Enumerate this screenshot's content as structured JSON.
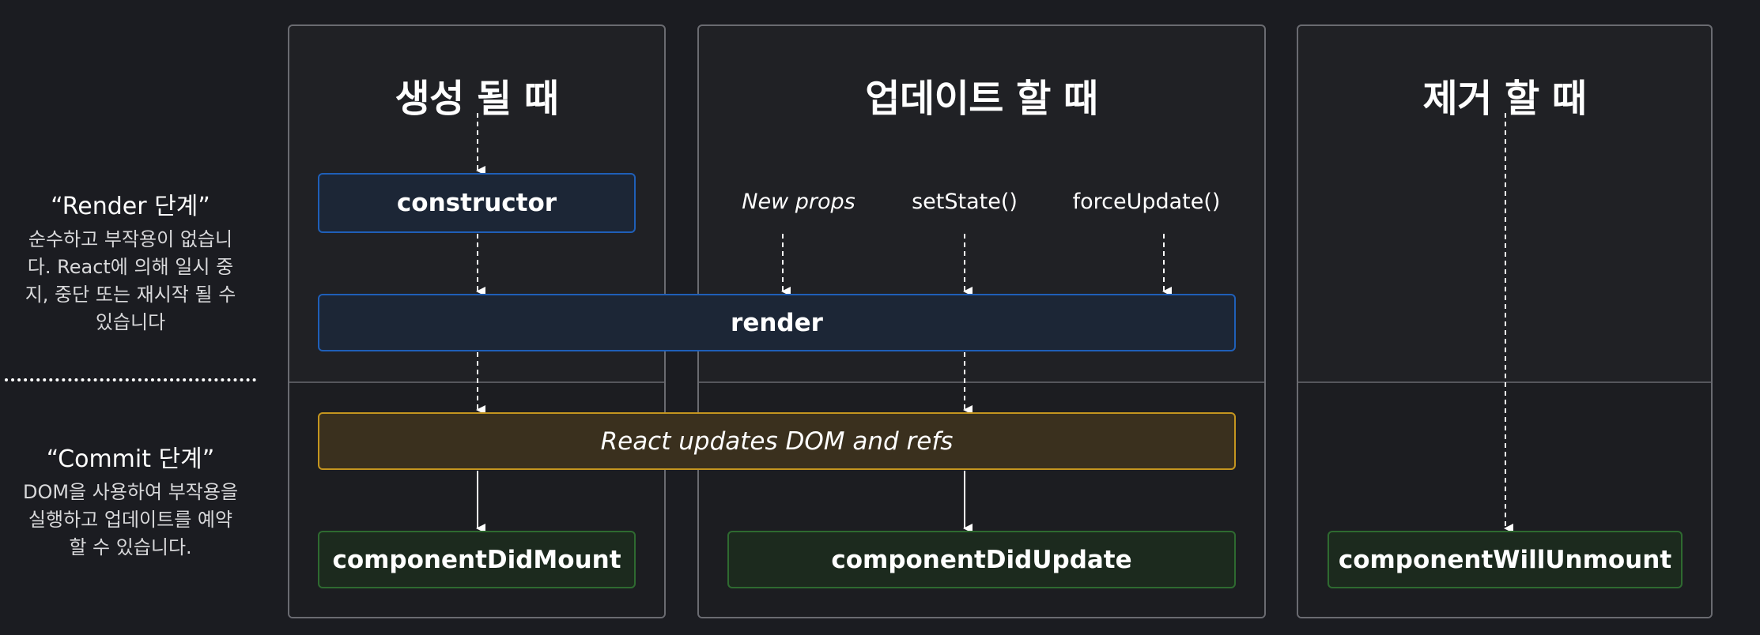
{
  "phases": {
    "render": {
      "title": "“Render 단계”",
      "description": "순수하고 부작용이 없습니다. React에 의해 일시 중지, 중단 또는 재시작 될 수 있습니다"
    },
    "commit": {
      "title": "“Commit 단계”",
      "description": "DOM을 사용하여 부작용을 실행하고 업데이트를 예약 할 수 있습니다."
    }
  },
  "columns": {
    "mounting": {
      "title": "생성 될 때"
    },
    "updating": {
      "title": "업데이트 할 때"
    },
    "unmounting": {
      "title": "제거 할 때"
    }
  },
  "triggers": {
    "new_props": "New props",
    "set_state": "setState()",
    "force_update": "forceUpdate()"
  },
  "boxes": {
    "constructor": "constructor",
    "render": "render",
    "react_updates": "React updates DOM and refs",
    "component_did_mount": "componentDidMount",
    "component_did_update": "componentDidUpdate",
    "component_will_unmount": "componentWillUnmount"
  },
  "colors": {
    "background": "#1b1c21",
    "render_box_border": "#1f5fb8",
    "commit_box_border": "#c4951f",
    "lifecycle_box_border": "#2e6a30",
    "arrow": "#ffffff"
  }
}
